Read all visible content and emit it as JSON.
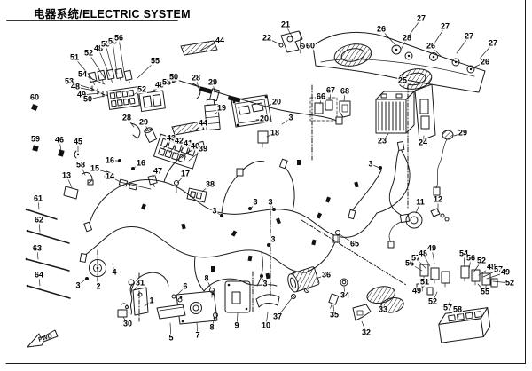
{
  "title": "电器系统/ELECTRIC SYSTEM",
  "fwd_label": "FWD",
  "colors": {
    "ink": "#1a1a1a",
    "background": "#ffffff"
  },
  "callouts_format": "[part_number, x, y, leader_end_x, leader_end_y]",
  "callouts": [
    [
      "51",
      84,
      65,
      105,
      90
    ],
    [
      "52",
      100,
      60,
      118,
      88
    ],
    [
      "48",
      111,
      55,
      124,
      86
    ],
    [
      "53",
      119,
      50,
      128,
      84
    ],
    [
      "50",
      127,
      47,
      132,
      83
    ],
    [
      "56",
      134,
      43,
      140,
      82
    ],
    [
      "55",
      175,
      69,
      155,
      88
    ],
    [
      "54",
      93,
      84,
      118,
      95
    ],
    [
      "53",
      78,
      92,
      100,
      99
    ],
    [
      "48",
      85,
      98,
      106,
      102
    ],
    [
      "49",
      92,
      107,
      112,
      105
    ],
    [
      "50",
      99,
      112,
      118,
      108
    ],
    [
      "52",
      160,
      101,
      150,
      107
    ],
    [
      "46",
      180,
      96,
      170,
      104
    ],
    [
      "53",
      188,
      93,
      174,
      102
    ],
    [
      "50",
      196,
      87,
      177,
      99
    ],
    [
      "44",
      248,
      46,
      226,
      57
    ],
    [
      "21",
      322,
      28,
      331,
      44
    ],
    [
      "22",
      301,
      43,
      316,
      50
    ],
    [
      "60",
      350,
      52,
      341,
      52
    ],
    [
      "28",
      221,
      88,
      224,
      99
    ],
    [
      "29",
      240,
      93,
      242,
      104
    ],
    [
      "26",
      430,
      33,
      447,
      52
    ],
    [
      "27",
      475,
      21,
      459,
      43
    ],
    [
      "27",
      502,
      30,
      488,
      52
    ],
    [
      "28",
      459,
      43,
      452,
      56
    ],
    [
      "26",
      486,
      52,
      497,
      63
    ],
    [
      "27",
      529,
      41,
      515,
      60
    ],
    [
      "27",
      556,
      49,
      541,
      66
    ],
    [
      "26",
      547,
      70,
      532,
      77
    ],
    [
      "25",
      454,
      91
    ],
    [
      "60",
      39,
      110
    ],
    [
      "59",
      40,
      157
    ],
    [
      "46",
      67,
      158,
      69,
      170
    ],
    [
      "45",
      88,
      160,
      88,
      171
    ],
    [
      "58",
      91,
      186,
      96,
      197
    ],
    [
      "13",
      75,
      198,
      81,
      211
    ],
    [
      "61",
      43,
      224,
      44,
      236
    ],
    [
      "62",
      44,
      248,
      45,
      261
    ],
    [
      "63",
      42,
      280,
      43,
      292
    ],
    [
      "64",
      44,
      310,
      45,
      322
    ],
    [
      "28",
      143,
      133,
      151,
      143
    ],
    [
      "29",
      162,
      138,
      168,
      148
    ],
    [
      "16",
      124,
      181,
      133,
      181
    ],
    [
      "16",
      159,
      184,
      151,
      189
    ],
    [
      "15",
      107,
      190,
      120,
      194
    ],
    [
      "14",
      124,
      199,
      136,
      205
    ],
    [
      "47",
      178,
      193,
      172,
      200
    ],
    [
      "17",
      209,
      196,
      200,
      206
    ],
    [
      "38",
      237,
      208,
      228,
      216
    ],
    [
      "19",
      250,
      122,
      243,
      128
    ],
    [
      "20",
      312,
      115,
      298,
      121
    ],
    [
      "20",
      298,
      134,
      289,
      135
    ],
    [
      "3",
      328,
      133,
      318,
      140
    ],
    [
      "18",
      310,
      150,
      301,
      154
    ],
    [
      "66",
      362,
      109,
      361,
      117
    ],
    [
      "67",
      373,
      102,
      372,
      112
    ],
    [
      "68",
      389,
      103,
      388,
      114
    ],
    [
      "44",
      229,
      139,
      220,
      147
    ],
    [
      "43",
      193,
      156,
      184,
      168
    ],
    [
      "42",
      202,
      159,
      191,
      172
    ],
    [
      "41",
      212,
      162,
      198,
      175
    ],
    [
      "40",
      220,
      165,
      205,
      178
    ],
    [
      "39",
      229,
      168,
      213,
      181
    ],
    [
      "3",
      242,
      238,
      250,
      243
    ],
    [
      "3",
      288,
      228,
      283,
      235
    ],
    [
      "3",
      305,
      228,
      309,
      236
    ],
    [
      "3",
      308,
      270,
      303,
      276
    ],
    [
      "3",
      299,
      320,
      295,
      312
    ],
    [
      "65",
      400,
      275,
      383,
      264
    ],
    [
      "3",
      418,
      185,
      428,
      189
    ],
    [
      "23",
      431,
      159,
      438,
      151
    ],
    [
      "24",
      477,
      161,
      478,
      153
    ],
    [
      "29",
      522,
      150,
      512,
      153
    ],
    [
      "11",
      474,
      228,
      469,
      240
    ],
    [
      "12",
      494,
      225,
      494,
      239
    ],
    [
      "3",
      88,
      322,
      97,
      314
    ],
    [
      "2",
      111,
      323,
      110,
      313
    ],
    [
      "4",
      129,
      307,
      127,
      297
    ],
    [
      "31",
      158,
      319,
      151,
      327
    ],
    [
      "30",
      144,
      365,
      139,
      357
    ],
    [
      "1",
      171,
      339,
      163,
      345
    ],
    [
      "6",
      209,
      323,
      199,
      333
    ],
    [
      "5",
      193,
      381,
      192,
      364
    ],
    [
      "7",
      223,
      378,
      222,
      363
    ],
    [
      "8",
      233,
      314,
      238,
      325
    ],
    [
      "8",
      239,
      369,
      242,
      358
    ],
    [
      "9",
      267,
      367,
      268,
      353
    ],
    [
      "10",
      300,
      367,
      302,
      352
    ],
    [
      "37",
      313,
      357,
      329,
      336
    ],
    [
      "36",
      368,
      310,
      359,
      313
    ],
    [
      "34",
      389,
      333,
      388,
      323
    ],
    [
      "35",
      377,
      355,
      376,
      344
    ],
    [
      "32",
      413,
      375,
      408,
      362
    ],
    [
      "33",
      432,
      349,
      430,
      341
    ],
    [
      "56",
      462,
      297,
      476,
      305
    ],
    [
      "57",
      469,
      291,
      480,
      302
    ],
    [
      "48",
      477,
      286,
      485,
      300
    ],
    [
      "49",
      487,
      280,
      490,
      297
    ],
    [
      "51",
      479,
      318,
      488,
      314
    ],
    [
      "49",
      470,
      328,
      482,
      320
    ],
    [
      "52",
      488,
      340,
      493,
      329
    ],
    [
      "54",
      523,
      286,
      524,
      301
    ],
    [
      "56",
      531,
      291,
      529,
      304
    ],
    [
      "52",
      543,
      294,
      534,
      307
    ],
    [
      "48",
      554,
      301,
      540,
      310
    ],
    [
      "57",
      562,
      304,
      545,
      312
    ],
    [
      "49",
      570,
      307,
      549,
      314
    ],
    [
      "52",
      575,
      319,
      556,
      317
    ],
    [
      "55",
      547,
      329,
      539,
      320
    ],
    [
      "57",
      505,
      347,
      508,
      338
    ],
    [
      "58",
      516,
      349,
      517,
      357
    ]
  ]
}
